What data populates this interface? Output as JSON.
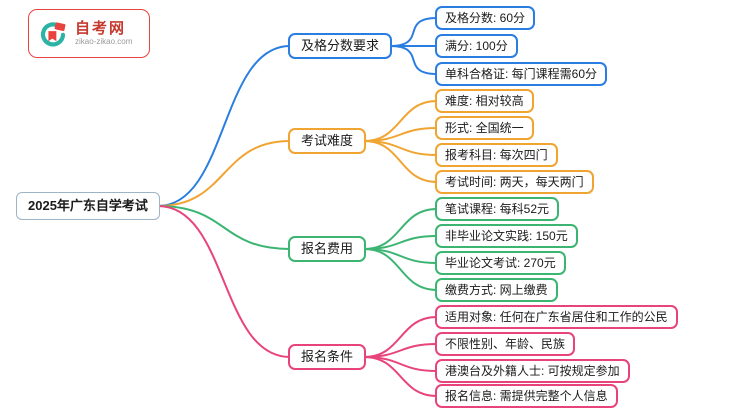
{
  "logo": {
    "title": "自考网",
    "subtitle": "zikao-zikao.com",
    "border_color": "#e8433f",
    "icon": "logo-icon",
    "icon_colors": {
      "teal": "#2bb3a3",
      "red": "#e8433f"
    }
  },
  "root": {
    "label": "2025年广东自学考试",
    "border_color": "#9db3c7"
  },
  "branches": [
    {
      "label": "及格分数要求",
      "color": "#2a7de1",
      "children": [
        "及格分数: 60分",
        "满分: 100分",
        "单科合格证: 每门课程需60分"
      ]
    },
    {
      "label": "考试难度",
      "color": "#f0a431",
      "children": [
        "难度: 相对较高",
        "形式: 全国统一",
        "报考科目: 每次四门",
        "考试时间: 两天，每天两门"
      ]
    },
    {
      "label": "报名费用",
      "color": "#3cb572",
      "children": [
        "笔试课程: 每科52元",
        "非毕业论文实践: 150元",
        "毕业论文考试: 270元",
        "缴费方式: 网上缴费"
      ]
    },
    {
      "label": "报名条件",
      "color": "#e8447c",
      "children": [
        "适用对象: 任何在广东省居住和工作的公民",
        "不限性别、年龄、民族",
        "港澳台及外籍人士: 可按规定参加",
        "报名信息: 需提供完整个人信息"
      ]
    }
  ]
}
